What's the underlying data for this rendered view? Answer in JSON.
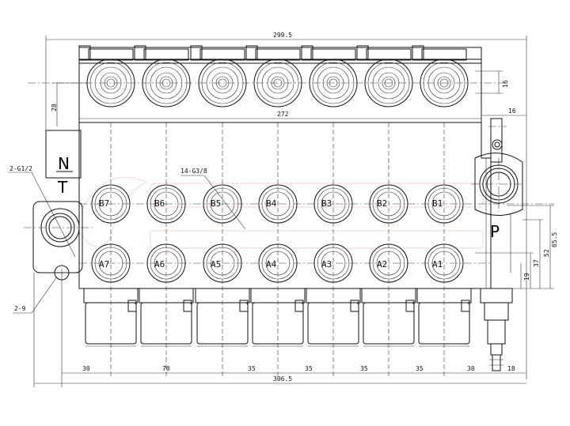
{
  "drawing": {
    "overall_width_label": "299.5",
    "body_width_label": "272",
    "bottom_total_label": "306.5",
    "left_height_label": "28",
    "right_top_label": "16",
    "spool_dia_label": "16",
    "right_dims": [
      "65.5",
      "52",
      "37",
      "19"
    ],
    "bottom_dims": [
      "30",
      "70",
      "35",
      "35",
      "35",
      "35",
      "30",
      "18"
    ],
    "callout_inlet": "2-G1/2",
    "callout_ports": "14-G3/8",
    "callout_holes": "2-9",
    "label_n": "N",
    "label_t": "T",
    "label_p": "P",
    "ports_b": [
      "B7",
      "B6",
      "B5",
      "B4",
      "B3",
      "B2",
      "B1"
    ],
    "ports_a": [
      "A7",
      "A6",
      "A5",
      "A4",
      "A3",
      "A2",
      "A1"
    ]
  },
  "colors": {
    "line": "#111111",
    "watermark": "#e4b3ac"
  }
}
